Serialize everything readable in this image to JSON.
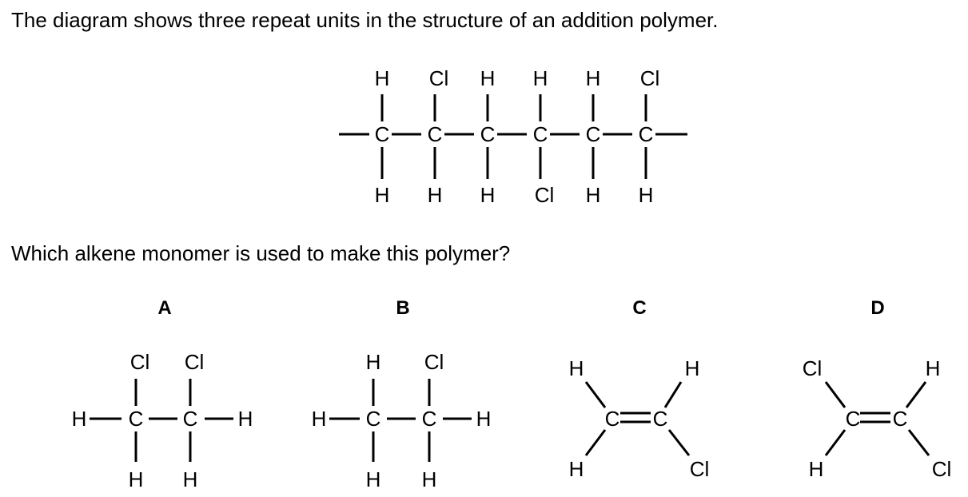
{
  "question": {
    "intro": "The diagram shows three repeat units in the structure of an addition polymer.",
    "prompt": "Which alkene monomer is used to make this polymer?"
  },
  "polymer": {
    "atom_labels": {
      "carbon": "C",
      "hydrogen": "H",
      "chlorine": "Cl"
    },
    "top_row": [
      "H",
      "Cl",
      "H",
      "H",
      "H",
      "Cl"
    ],
    "bottom_row": [
      "H",
      "H",
      "H",
      "Cl",
      "H",
      "H"
    ]
  },
  "options": [
    {
      "letter": "A",
      "top": [
        "Cl",
        "Cl"
      ],
      "bottom": [
        "H",
        "H"
      ],
      "left": "H",
      "right": "H"
    },
    {
      "letter": "B",
      "top": [
        "H",
        "Cl"
      ],
      "bottom": [
        "H",
        "H"
      ],
      "left": "H",
      "right": "H"
    },
    {
      "letter": "C",
      "upper_left": "H",
      "lower_left": "H",
      "upper_right": "H",
      "lower_right": "Cl"
    },
    {
      "letter": "D",
      "upper_left": "Cl",
      "lower_left": "H",
      "upper_right": "H",
      "lower_right": "Cl"
    }
  ]
}
